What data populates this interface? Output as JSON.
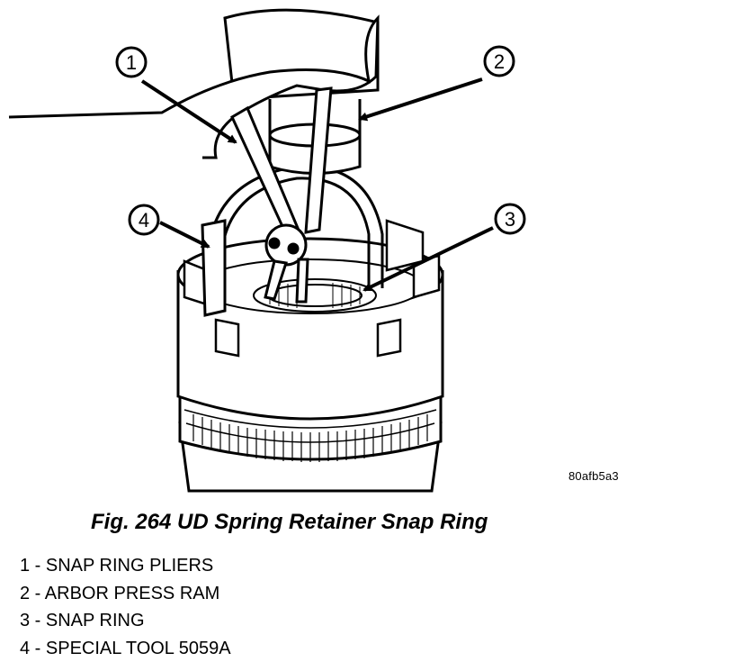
{
  "figure": {
    "caption": "Fig. 264 UD Spring Retainer Snap Ring",
    "image_id": "80afb5a3",
    "callouts": [
      "1",
      "2",
      "3",
      "4"
    ]
  },
  "legend": [
    {
      "text": "1 - SNAP RING PLIERS"
    },
    {
      "text": "2 - ARBOR PRESS RAM"
    },
    {
      "text": "3 - SNAP RING"
    },
    {
      "text": "4 - SPECIAL TOOL 5059A"
    }
  ]
}
